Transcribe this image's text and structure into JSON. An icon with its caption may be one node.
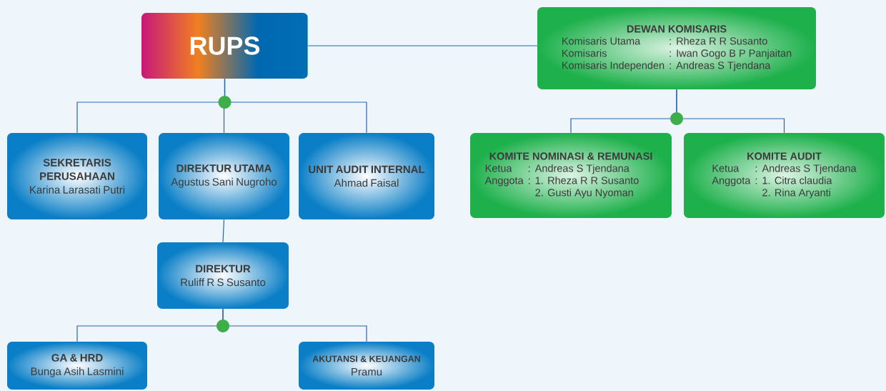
{
  "diagram": {
    "nodes": [
      {
        "text": [
          "RUPS"
        ]
      },
      {
        "text": [
          "DEWAN KOMISARIS",
          "Komisaris Utama",
          ":",
          "Rheza R R Susanto",
          "Komisaris",
          ":",
          "Iwan Gogo B P Panjaitan",
          "Komisaris Independen",
          ":",
          "Andreas S Tjendana"
        ]
      },
      {
        "text": [
          "SEKRETARIS PERUSAHAAN",
          "Karina Larasati Putri"
        ]
      },
      {
        "text": [
          "DIREKTUR UTAMA",
          "Agustus Sani Nugroho"
        ]
      },
      {
        "text": [
          "UNIT AUDIT INTERNAL",
          "Ahmad Faisal"
        ]
      },
      {
        "text": [
          "KOMITE NOMINASI & REMUNASI",
          "Ketua",
          ":",
          "Andreas S Tjendana",
          "Anggota",
          ":",
          "1. Rheza R R Susanto",
          "2. Gusti Ayu Nyoman"
        ]
      },
      {
        "text": [
          "KOMITE AUDIT",
          "Ketua",
          ":",
          "Andreas S Tjendana",
          "Anggota",
          ":",
          "1. Citra claudia",
          "2. Rina Aryanti"
        ]
      },
      {
        "text": [
          "DIREKTUR",
          "Ruliff R S Susanto"
        ]
      },
      {
        "text": [
          "GA & HRD",
          "Bunga Asih Lasmini"
        ]
      },
      {
        "text": [
          "AKUTANSI & KEUANGAN",
          "Pramu"
        ]
      }
    ],
    "edges": [
      {
        "from": 0,
        "to": 1,
        "arrow": "none"
      },
      {
        "from": 0,
        "to": 2,
        "arrow": "none"
      },
      {
        "from": 0,
        "to": 3,
        "arrow": "none"
      },
      {
        "from": 0,
        "to": 4,
        "arrow": "none"
      },
      {
        "from": 1,
        "to": 5,
        "arrow": "none"
      },
      {
        "from": 1,
        "to": 6,
        "arrow": "none"
      },
      {
        "from": 3,
        "to": 7,
        "arrow": "none"
      },
      {
        "from": 7,
        "to": 8,
        "arrow": "none"
      },
      {
        "from": 7,
        "to": 9,
        "arrow": "none"
      }
    ]
  }
}
